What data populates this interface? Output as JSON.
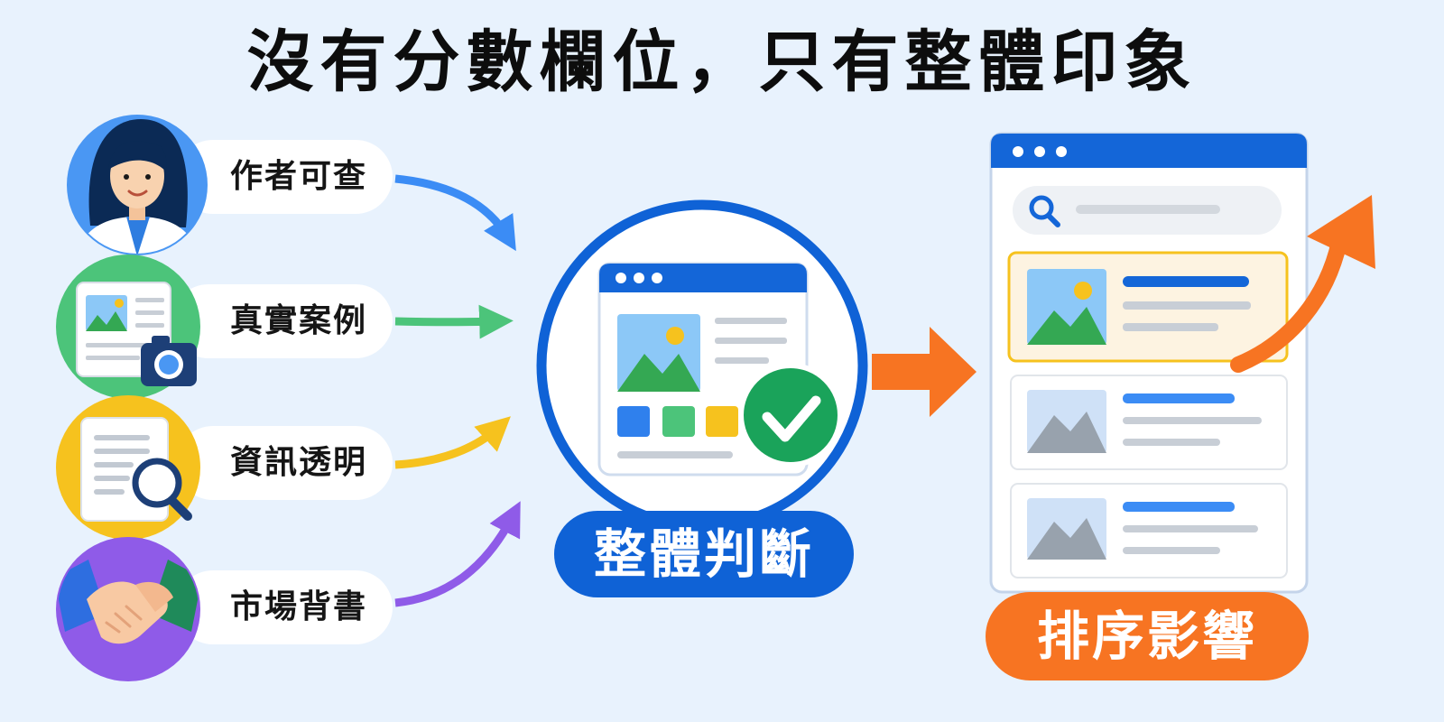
{
  "title": "沒有分數欄位，只有整體印象",
  "signals": [
    {
      "label": "作者可查",
      "icon": "doctor-avatar-icon",
      "color": "#3b8cf5"
    },
    {
      "label": "真實案例",
      "icon": "photo-document-camera-icon",
      "color": "#4cc47a"
    },
    {
      "label": "資訊透明",
      "icon": "document-magnifier-icon",
      "color": "#f6c21e"
    },
    {
      "label": "市場背書",
      "icon": "handshake-icon",
      "color": "#8f5be8"
    }
  ],
  "center": {
    "label": "整體判斷",
    "icon": "webpage-checkmark-icon",
    "color": "#0f62d6"
  },
  "result": {
    "label": "排序影響",
    "icon": "search-results-window-icon",
    "color": "#f77422",
    "trend_icon": "up-trend-arrow-icon"
  }
}
